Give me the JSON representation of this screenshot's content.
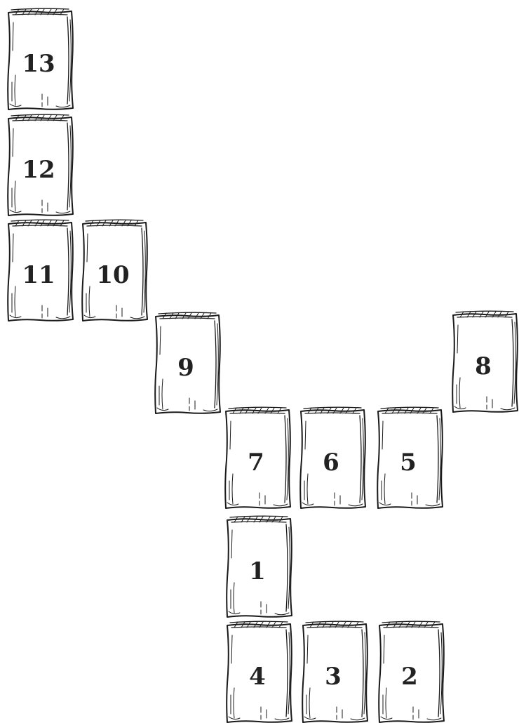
{
  "diagram": {
    "cards": [
      {
        "id": "card-13",
        "label": "13"
      },
      {
        "id": "card-12",
        "label": "12"
      },
      {
        "id": "card-11",
        "label": "11"
      },
      {
        "id": "card-10",
        "label": "10"
      },
      {
        "id": "card-9",
        "label": "9"
      },
      {
        "id": "card-8",
        "label": "8"
      },
      {
        "id": "card-7",
        "label": "7"
      },
      {
        "id": "card-6",
        "label": "6"
      },
      {
        "id": "card-5",
        "label": "5"
      },
      {
        "id": "card-1",
        "label": "1"
      },
      {
        "id": "card-4",
        "label": "4"
      },
      {
        "id": "card-3",
        "label": "3"
      },
      {
        "id": "card-2",
        "label": "2"
      }
    ]
  }
}
